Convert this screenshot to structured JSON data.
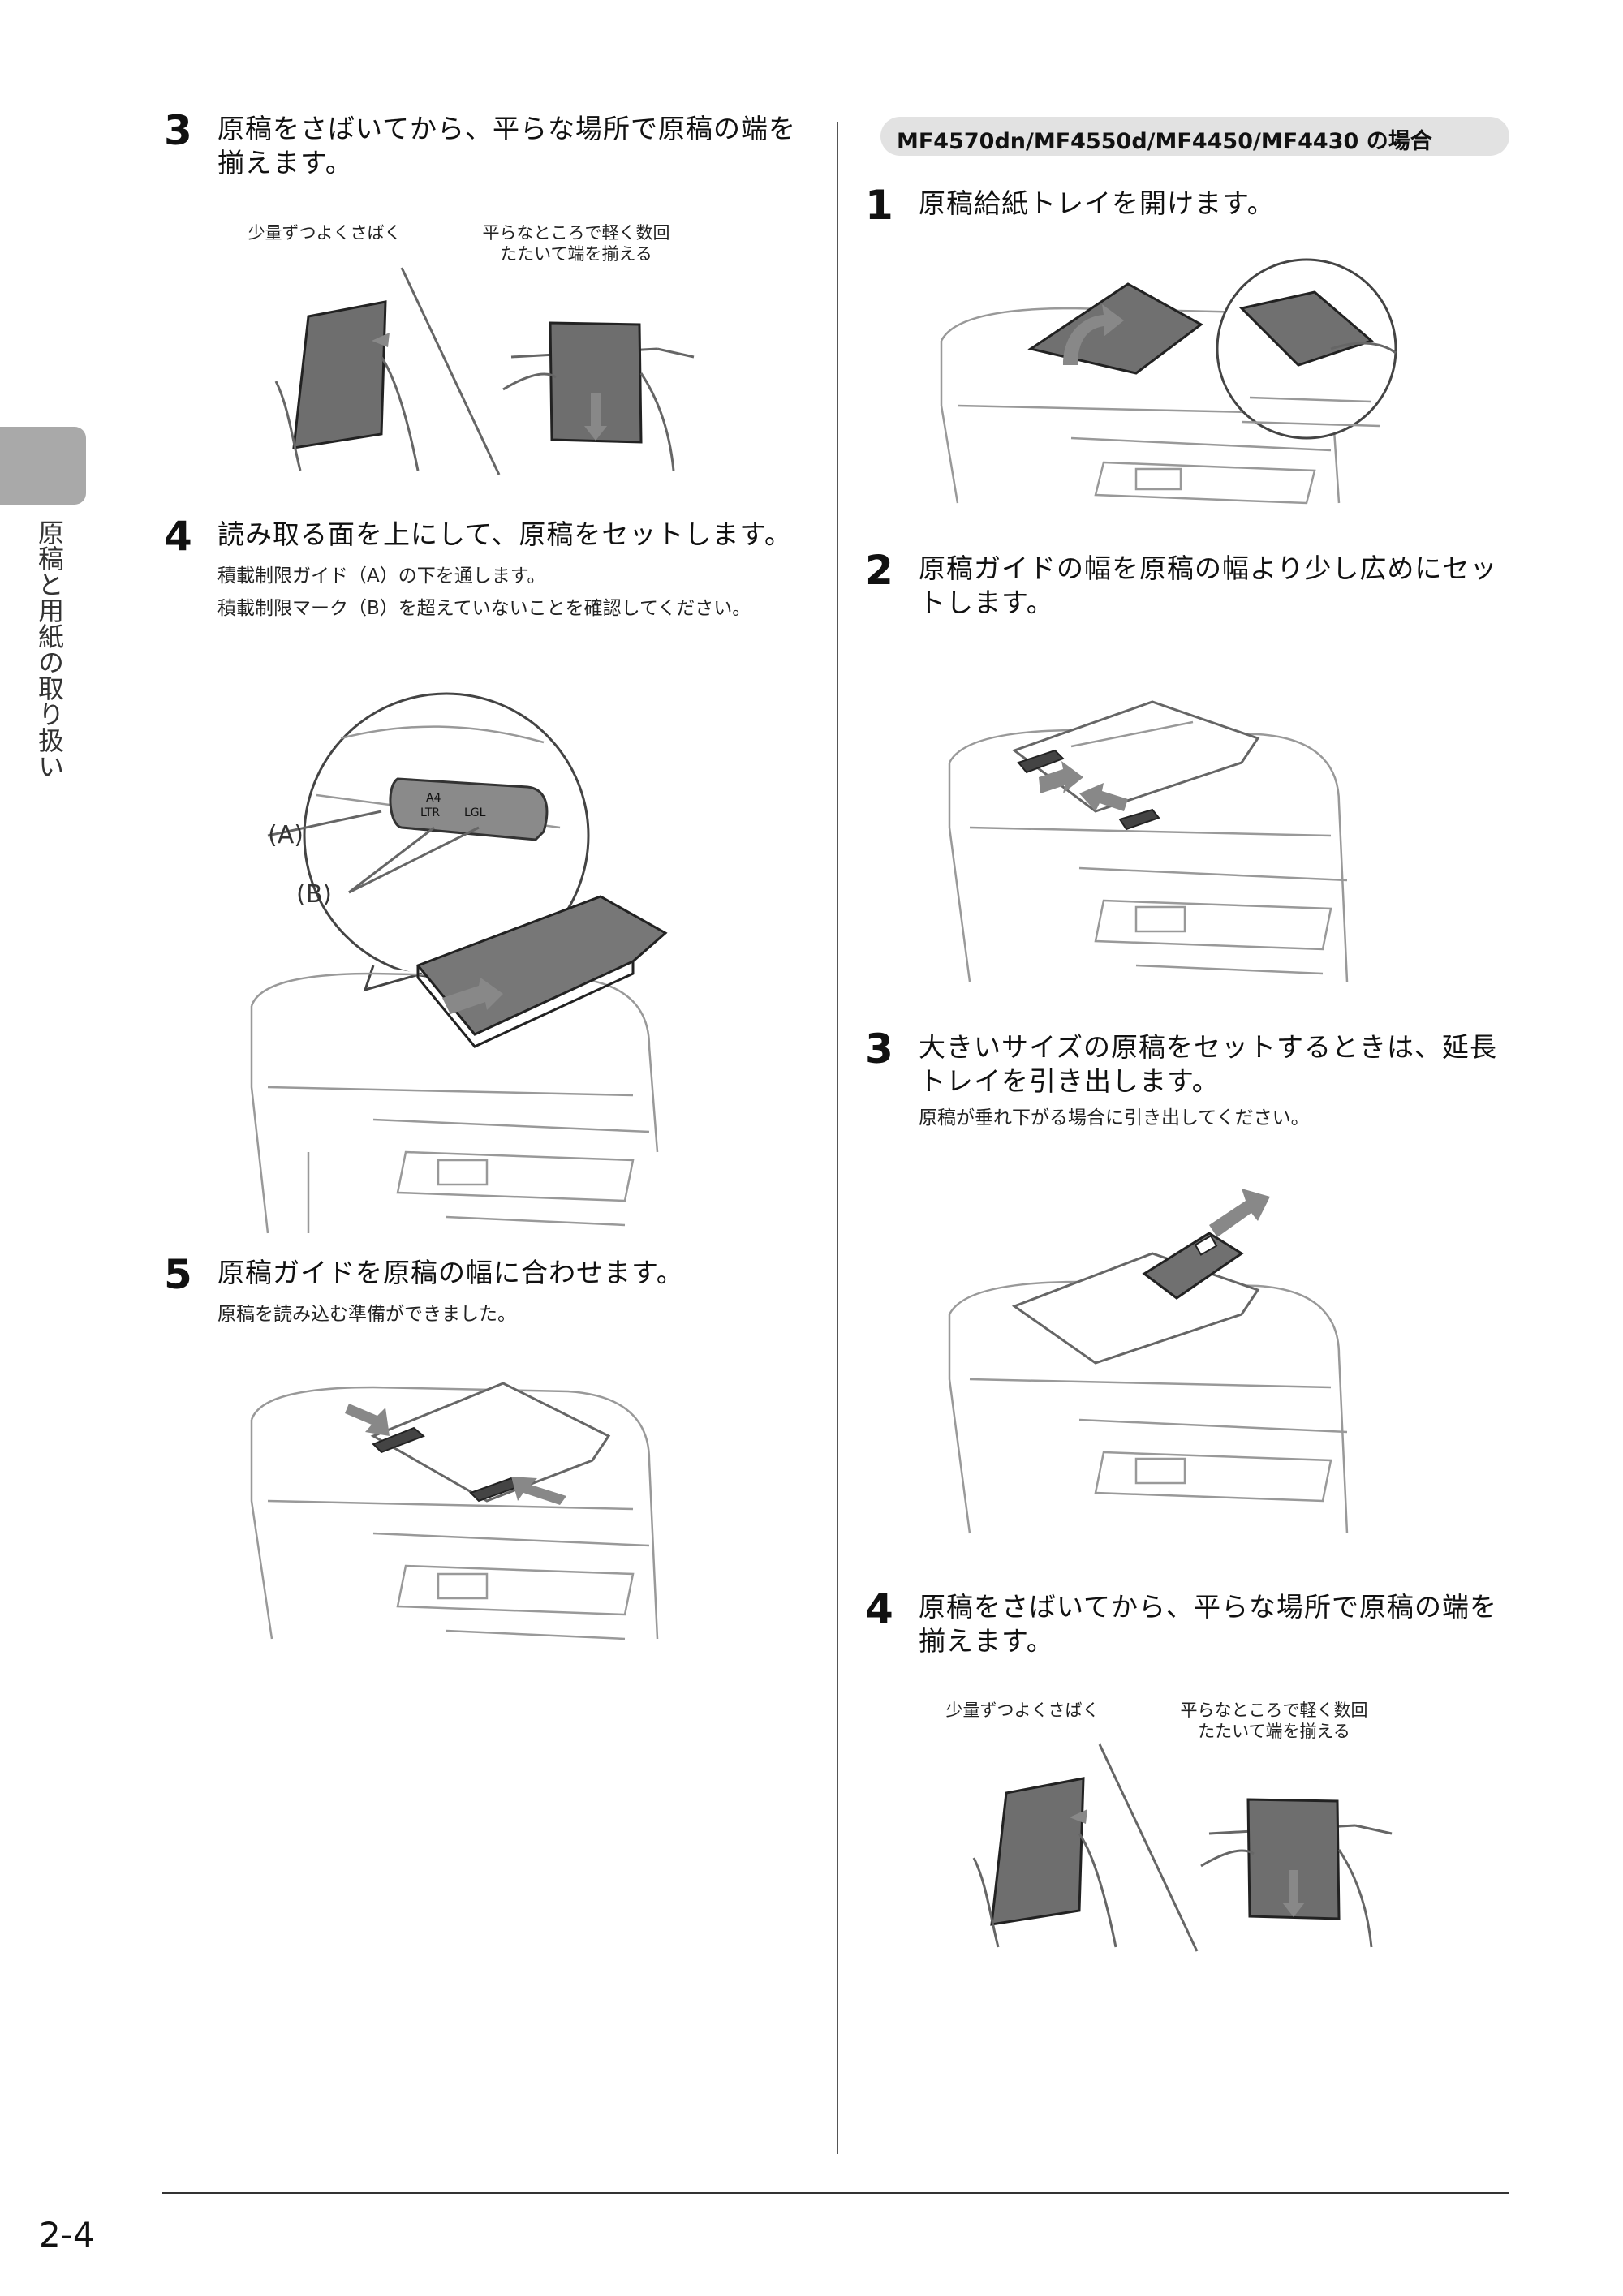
{
  "side_tab": {
    "label": "原稿と用紙の取り扱い"
  },
  "page_number": "2-4",
  "left": {
    "step3": {
      "num": "3",
      "title_line1": "原稿をさばいてから、平らな場所で原稿の端を",
      "title_line2": "揃えます。",
      "caption_left": "少量ずつよくさばく",
      "caption_right_line1": "平らなところで軽く数回",
      "caption_right_line2": "たたいて端を揃える"
    },
    "step4": {
      "num": "4",
      "title": "読み取る面を上にして、原稿をセットします。",
      "desc_line1": "積載制限ガイド（A）の下を通します。",
      "desc_line2": "積載制限マーク（B）を超えていないことを確認してください。",
      "label_a": "(A)",
      "label_b": "(B)",
      "mark_a4": "A4",
      "mark_ltr": "LTR",
      "mark_lgl": "LGL"
    },
    "step5": {
      "num": "5",
      "title": "原稿ガイドを原稿の幅に合わせます。",
      "desc": "原稿を読み込む準備ができました。"
    }
  },
  "right": {
    "section_title": "MF4570dn/MF4550d/MF4450/MF4430 の場合",
    "step1": {
      "num": "1",
      "title": "原稿給紙トレイを開けます。"
    },
    "step2": {
      "num": "2",
      "title_line1": "原稿ガイドの幅を原稿の幅より少し広めにセッ",
      "title_line2": "トします。"
    },
    "step3": {
      "num": "3",
      "title_line1": "大きいサイズの原稿をセットするときは、延長",
      "title_line2": "トレイを引き出します。",
      "desc": "原稿が垂れ下がる場合に引き出してください。"
    },
    "step4": {
      "num": "4",
      "title_line1": "原稿をさばいてから、平らな場所で原稿の端を",
      "title_line2": "揃えます。",
      "caption_left": "少量ずつよくさばく",
      "caption_right_line1": "平らなところで軽く数回",
      "caption_right_line2": "たたいて端を揃える"
    }
  }
}
